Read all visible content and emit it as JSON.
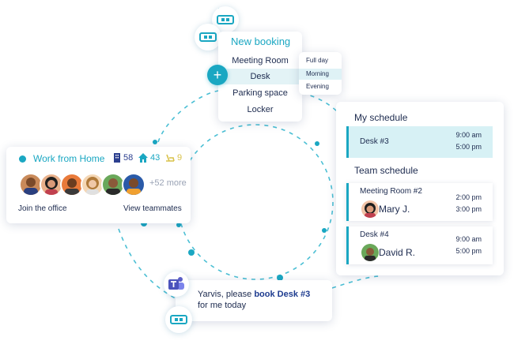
{
  "booking": {
    "title": "New booking",
    "items": [
      "Meeting Room",
      "Desk",
      "Parking space",
      "Locker"
    ],
    "selected": "Desk",
    "times": [
      "Full day",
      "Morning",
      "Evening"
    ],
    "selected_time": "Morning"
  },
  "wfh": {
    "title": "Work from Home",
    "stats": [
      {
        "icon": "office-building-icon",
        "value": "58",
        "color": "#2c3f8f"
      },
      {
        "icon": "home-icon",
        "value": "43",
        "color": "#1aa7c2"
      },
      {
        "icon": "beach-chair-icon",
        "value": "9",
        "color": "#d9c24a"
      }
    ],
    "more": "+52 more",
    "join_link": "Join the office",
    "view_link": "View teammates"
  },
  "schedule": {
    "my_title": "My schedule",
    "my_items": [
      {
        "label": "Desk #3",
        "start": "9:00 am",
        "end": "5:00 pm"
      }
    ],
    "team_title": "Team schedule",
    "team_items": [
      {
        "label": "Meeting Room #2",
        "person": "Mary J.",
        "start": "2:00 pm",
        "end": "3:00 pm"
      },
      {
        "label": "Desk #4",
        "person": "David R.",
        "start": "9:00 am",
        "end": "5:00 pm"
      }
    ]
  },
  "chat": {
    "prefix": "Yarvis, please ",
    "bold": "book Desk #3",
    "suffix": "for me today"
  },
  "colors": {
    "accent": "#1aa7c2",
    "navy": "#1d2b4f",
    "highlight": "#d7f1f5"
  }
}
